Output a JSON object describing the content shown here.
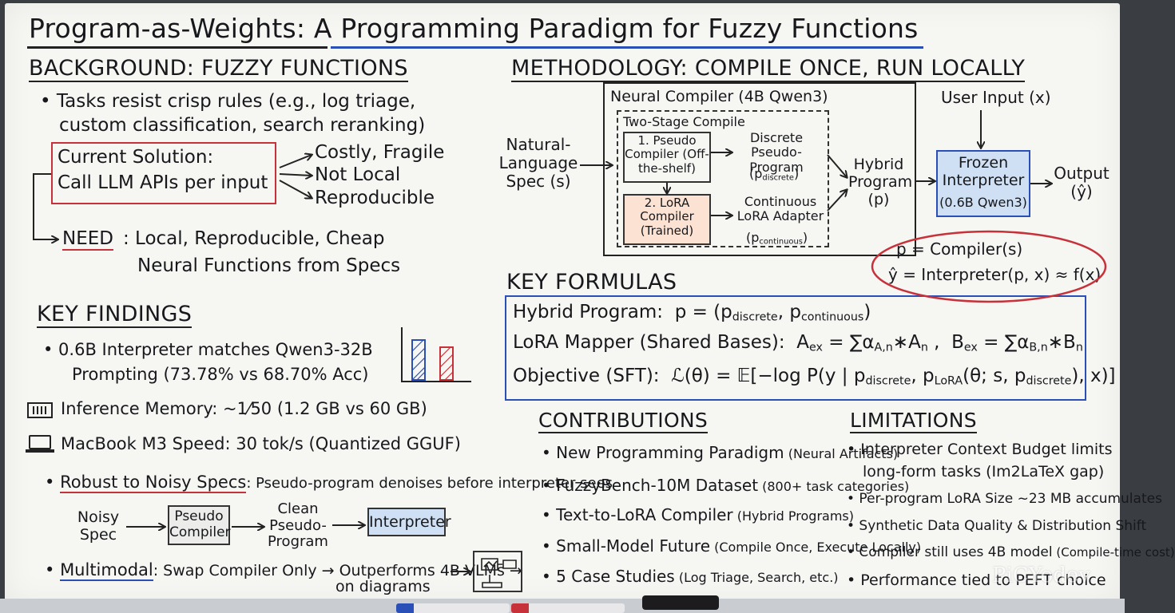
{
  "title": "Program-as-Weights: A Programming Paradigm for Fuzzy Functions",
  "background": {
    "heading": "BACKGROUND: FUZZY FUNCTIONS",
    "bullet_line1": "• Tasks resist crisp rules (e.g., log triage,",
    "bullet_line2": "custom classification, search reranking)",
    "current_line1": "Current Solution:",
    "current_line2": "Call LLM APIs per input",
    "drawbacks": [
      "Costly, Fragile",
      "Not Local",
      "Reproducible"
    ],
    "need_label": "NEED",
    "need_line1": ": Local, Reproducible, Cheap",
    "need_line2": "Neural Functions from Specs"
  },
  "methodology": {
    "heading": "METHODOLOGY: COMPILE ONCE, RUN LOCALLY",
    "spec": "Natural-Language Spec (s)",
    "compiler_title": "Neural Compiler (4B Qwen3)",
    "two_stage": "Two-Stage Compile",
    "pseudo_compiler": "1. Pseudo Compiler (Off-the-shelf)",
    "lora_compiler": "2. LoRA Compiler (Trained)",
    "discrete_out": "Discrete Pseudo-Program",
    "discrete_sym": "(p",
    "discrete_sub": "discrete",
    "continuous_out": "Continuous LoRA Adapter",
    "continuous_sym": "(p",
    "continuous_sub": "continuous",
    "hybrid": "Hybrid Program (p)",
    "user_input": "User Input (x)",
    "interpreter_title": "Frozen Interpreter",
    "interpreter_sub": "(0.6B Qwen3)",
    "output": "Output (ŷ)",
    "formula_compiler": "p = Compiler(s)",
    "formula_interpreter": "ŷ = Interpreter(p, x) ≈ f(x)"
  },
  "formulas": {
    "heading": "KEY FORMULAS",
    "hybrid_label": "Hybrid Program:",
    "hybrid_eq": "p = (p",
    "lora_label": "LoRA Mapper (Shared Bases):",
    "lora_eq_a": "A",
    "lora_eq_b": "B",
    "objective_label": "Objective (SFT):",
    "objective_eq": "ℒ(θ) = 𝔼[−log P(y | p"
  },
  "findings": {
    "heading": "KEY FINDINGS",
    "f1_line1": "• 0.6B Interpreter matches Qwen3-32B",
    "f1_line2": "Prompting (73.78% vs 68.70% Acc)",
    "memory": "Inference Memory: ~1⁄50 (1.2 GB vs 60 GB)",
    "speed": "MacBook M3 Speed: 30 tok/s (Quantized GGUF)",
    "robust_label": "Robust to Noisy Specs",
    "robust_rest": ": Pseudo-program denoises before interpreter sees",
    "noisy_spec": "Noisy Spec",
    "pseudo_compiler": "Pseudo Compiler",
    "clean_pseudo": "Clean Pseudo-Program",
    "interpreter": "Interpreter",
    "multimodal_label": "Multimodal",
    "multimodal_rest": ": Swap Compiler Only → Outperforms 4B VLMs →",
    "multimodal_line2": "on diagrams"
  },
  "contributions": {
    "heading": "CONTRIBUTIONS",
    "items": [
      {
        "main": "• New Programming Paradigm",
        "note": " (Neural Artifacts)"
      },
      {
        "main": "• FuzzyBench-10M Dataset",
        "note": " (800+ task categories)"
      },
      {
        "main": "• Text-to-LoRA Compiler",
        "note": " (Hybrid Programs)"
      },
      {
        "main": "• Small-Model Future",
        "note": " (Compile Once, Execute Locally)"
      },
      {
        "main": "• 5 Case Studies",
        "note": " (Log Triage, Search, etc.)"
      }
    ]
  },
  "limitations": {
    "heading": "LIMITATIONS",
    "items": [
      {
        "line1": "• Interpreter Context Budget limits",
        "line2": "long-form tasks (Im2LaTeX gap)"
      },
      {
        "line1": "• Per-program LoRA Size ~23 MB accumulates",
        "line2": ""
      },
      {
        "line1": "• Synthetic Data Quality & Distribution Shift",
        "line2": ""
      },
      {
        "line1": "• Compiler still uses 4B model",
        "note": " (Compile-time cost)",
        "line2": ""
      },
      {
        "line1": "• Performance tied to PEFT choice",
        "line2": ""
      }
    ]
  },
  "watermark": "PiCYodev",
  "colors": {
    "red": "#c7323a",
    "blue": "#2a50b8",
    "ink": "#16181c",
    "interp_fill": "#cfe0f4",
    "lora_fill": "#fbe2d3"
  }
}
